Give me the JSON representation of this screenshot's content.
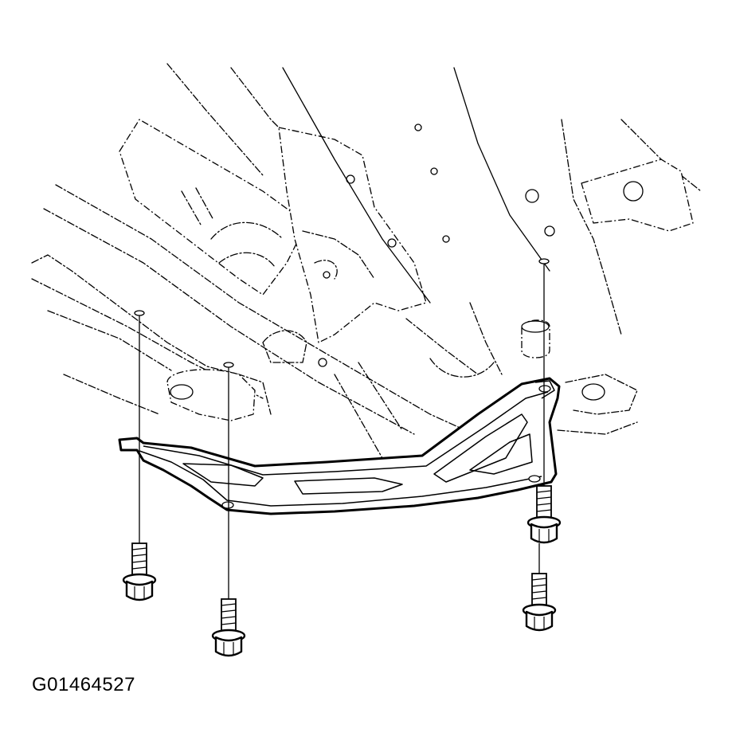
{
  "figure": {
    "code": "G01464527"
  },
  "parts": {
    "brace": "underbody-brace",
    "bolt_count": 4
  }
}
